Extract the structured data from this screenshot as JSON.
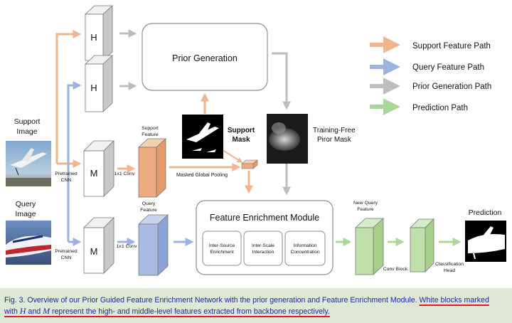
{
  "diagram": {
    "blocks": {
      "h_label": "H",
      "m_label": "M"
    },
    "inputs": {
      "support_image": [
        "Support",
        "Image"
      ],
      "query_image": [
        "Query",
        "Image"
      ],
      "pretrained_cnn": [
        "Pretrained",
        "CNN"
      ]
    },
    "labels": {
      "conv_1x1": "1x1 Conv",
      "support_feature": [
        "Support",
        "Feature"
      ],
      "query_feature": [
        "Query",
        "Feature"
      ],
      "masked_global_pooling": "Masked Global Pooling",
      "support_mask": [
        "Support",
        "Mask"
      ],
      "training_free_prior_mask": [
        "Training-Free",
        "Piror Mask"
      ],
      "prior_generation": "Prior Generation",
      "new_query_feature": [
        "New Query",
        "Feature"
      ],
      "conv_block": "Conv Block",
      "classification_head": [
        "Classification",
        "Head"
      ],
      "prediction": "Prediction"
    },
    "fem": {
      "title": "Feature Enrichment Module",
      "modules": [
        [
          "Inter-Source",
          "Enrichment"
        ],
        [
          "Inter-Scale",
          "Interaction"
        ],
        [
          "Information",
          "Concentration"
        ]
      ]
    },
    "legend": [
      {
        "label": "Support Feature Path",
        "color": "#f0b48e"
      },
      {
        "label": "Query Feature Path",
        "color": "#9db2e2"
      },
      {
        "label": "Prior Generation Path",
        "color": "#bdbdbd"
      },
      {
        "label": "Prediction Path",
        "color": "#a9d796"
      }
    ]
  },
  "caption": {
    "part1": "Fig. 3. Overview of our Prior Guided Feature Enrichment Network with the prior generation and Feature Enrichment Module.",
    "part2": "White blocks marked",
    "part3": "with",
    "h": "H",
    "part4": "and",
    "m": "M",
    "part5": "represent the high- and middle-level features extracted from backbone respectively."
  }
}
